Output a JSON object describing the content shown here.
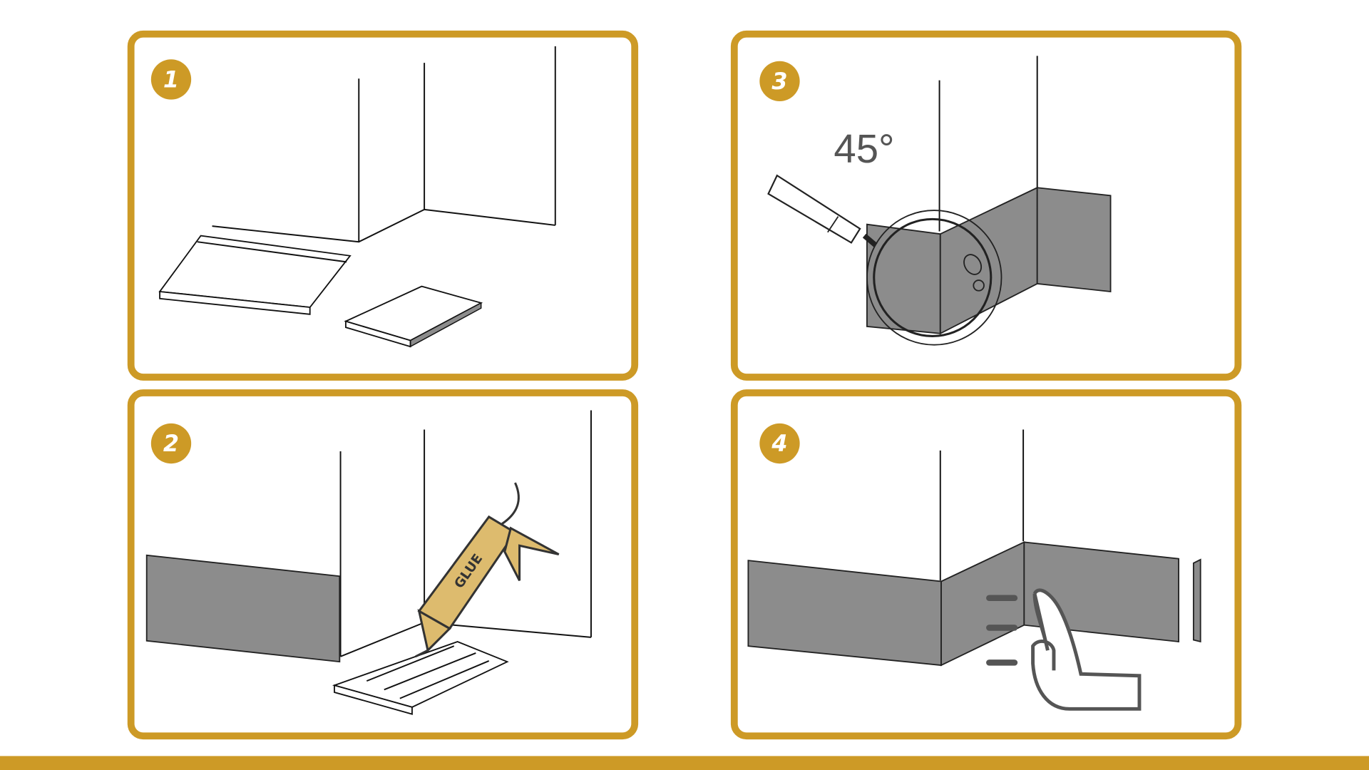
{
  "colors": {
    "accent": "#CD9A26",
    "skirting": "#8C8C8C",
    "glue_gun": "#DDBB6E",
    "hand": "#555555"
  },
  "steps": [
    {
      "number": "1",
      "icon": "boards-and-wall-corner"
    },
    {
      "number": "2",
      "icon": "glue-gun-applying"
    },
    {
      "number": "3",
      "icon": "magnifier-miter-corner"
    },
    {
      "number": "4",
      "icon": "hand-pressing-skirting"
    }
  ],
  "step3": {
    "angle_label": "45°"
  },
  "step2": {
    "glue_label": "GLUE"
  }
}
